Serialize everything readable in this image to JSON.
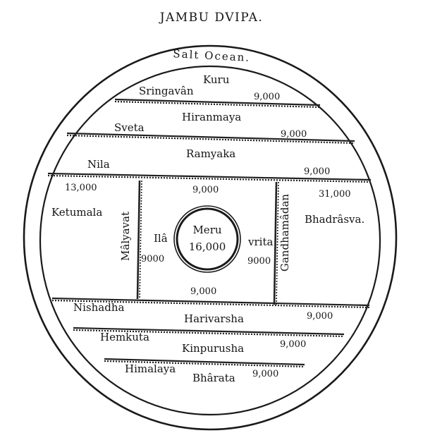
{
  "title": "JAMBU DVIPA.",
  "ocean": "Salt Ocean.",
  "center": {
    "name": "Meru",
    "value": "16,000"
  },
  "ranges": {
    "sringavan": "Sringavân",
    "sveta": "Sveta",
    "nila": "Nila",
    "nishadha": "Nishadha",
    "hemkuta": "Hemkuta",
    "himalaya": "Himalaya",
    "malyavat": "Mâlyavat",
    "gandhamadan": "Gandhamâdan"
  },
  "regions": {
    "kuru": "Kuru",
    "hiranmaya": "Hiranmaya",
    "ramyaka": "Ramyaka",
    "ketumala": "Ketumala",
    "bhadrasva": "Bhadrâsva.",
    "ila": "Ilâ",
    "vrita": "vrita",
    "harivarsha": "Harivarsha",
    "kinpurusha": "Kinpurusha",
    "bharata": "Bhârata"
  },
  "numbers": {
    "kuru": "9,000",
    "hiranmaya": "9,000",
    "ramyaka": "9,000",
    "ketumala": "13,000",
    "bhadrasva": "31,000",
    "inner_top": "9,000",
    "inner_bottom": "9,000",
    "ila": "9000",
    "vrita": "9000",
    "harivarsha": "9,000",
    "kinpurusha": "9,000",
    "bharata": "9,000"
  }
}
